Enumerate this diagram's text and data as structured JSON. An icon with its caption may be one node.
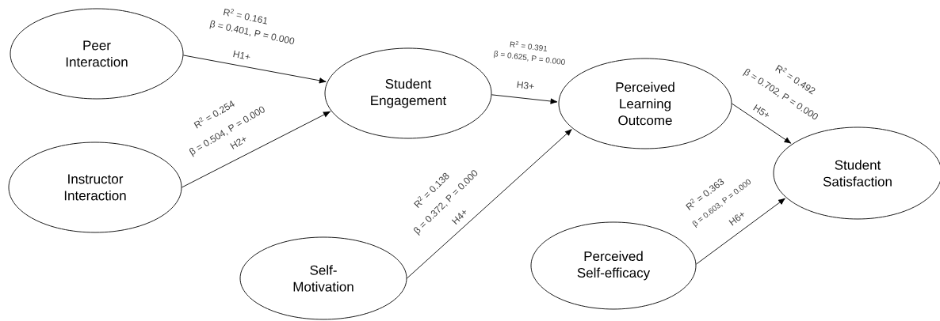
{
  "diagram": {
    "nodes": [
      {
        "text": [
          "Peer Interaction"
        ]
      },
      {
        "text": [
          "Instructor Interaction"
        ]
      },
      {
        "text": [
          "Student Engagement"
        ]
      },
      {
        "text": [
          "Self-Motivation"
        ]
      },
      {
        "text": [
          "Perceived Learning Outcome"
        ]
      },
      {
        "text": [
          "Perceived Self-efficacy"
        ]
      },
      {
        "text": [
          "Student Satisfaction"
        ]
      }
    ],
    "edges": [
      {
        "from": 0,
        "to": 2,
        "arrow": "to",
        "label": "H1+"
      },
      {
        "from": 1,
        "to": 2,
        "arrow": "to",
        "label": "H2+"
      },
      {
        "from": 2,
        "to": 4,
        "arrow": "to",
        "label": "H3+"
      },
      {
        "from": 3,
        "to": 4,
        "arrow": "to",
        "label": "H4+"
      },
      {
        "from": 4,
        "to": 6,
        "arrow": "to",
        "label": "H5+"
      },
      {
        "from": 5,
        "to": 6,
        "arrow": "to",
        "label": "H6+"
      }
    ],
    "labels": [
      "R$^{2}$ = 0.161",
      "β = 0.401, P = 0.000",
      "R$^{2}$ = 0.254",
      "β = 0.504, P = 0.000",
      "R$^{2}$ = 0.391",
      "β = 0.625, P = 0.000",
      "R$^{2}$ = 0.138",
      "β = 0.372, P = 0.000",
      "R$^{2}$ = 0.492",
      "β = 0.702, P = 0.000",
      "R$^{2}$ = 0.363",
      "β = 0.603, P = 0.000"
    ]
  }
}
